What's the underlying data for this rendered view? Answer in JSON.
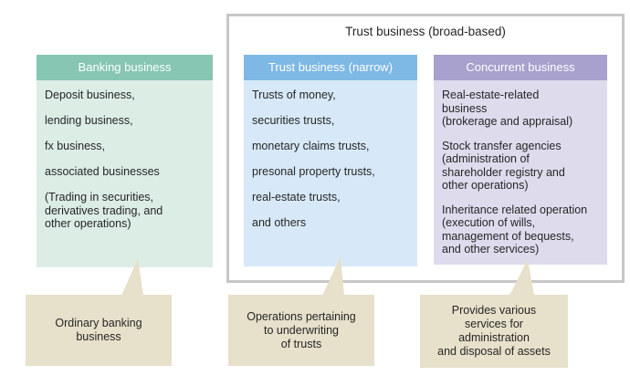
{
  "title": "Trust business (broad-based)",
  "colors": {
    "banking_header": "#86c6b2",
    "banking_body": "#dcede6",
    "trust_header": "#7eb8e4",
    "trust_body": "#d7e9f8",
    "concurrent_header": "#a8a0cd",
    "concurrent_body": "#dedbed",
    "callout_bg": "#e7e0ca",
    "outer_border": "#c7c7c7",
    "text": "#262626"
  },
  "columns": {
    "banking": {
      "header": "Banking business",
      "items": [
        "Deposit business,",
        "lending business,",
        "fx business,",
        "associated businesses"
      ],
      "note": "(Trading in securities,\nderivatives trading, and\nother operations)",
      "callout": "Ordinary banking\nbusiness"
    },
    "trust": {
      "header": "Trust business (narrow)",
      "items": [
        "Trusts of money,",
        "securities trusts,",
        "monetary claims trusts,",
        "presonal property trusts,",
        "real-estate trusts,",
        "and others"
      ],
      "callout": "Operations pertaining\nto underwriting\nof trusts"
    },
    "concurrent": {
      "header": "Concurrent business",
      "paragraphs": [
        "Real-estate-related\nbusiness\n(brokerage and appraisal)",
        "Stock transfer agencies\n(administration of\nshareholder registry and\nother operations)",
        "Inheritance related operation\n(execution of wills,\nmanagement of bequests,\nand other services)"
      ],
      "callout": "Provides various\nservices for\nadministration\nand disposal of assets"
    }
  }
}
